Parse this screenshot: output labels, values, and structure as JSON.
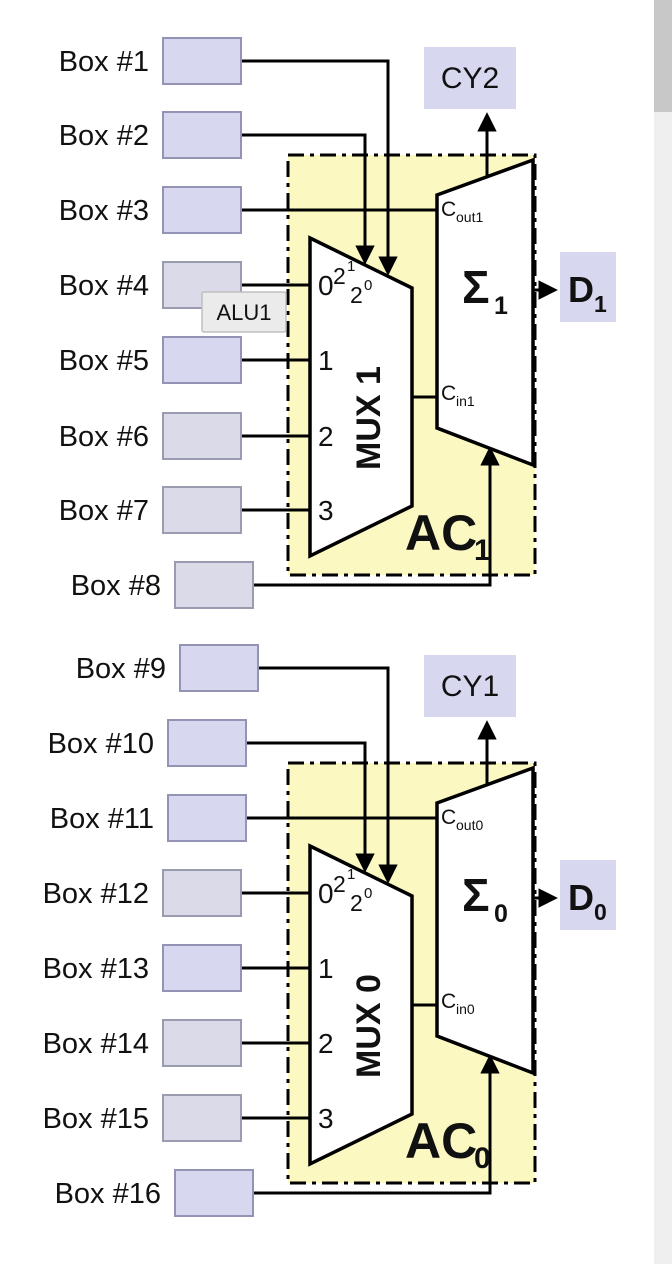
{
  "colors": {
    "box_fill_blue": "#d7d7f0",
    "box_fill_gray": "#dadae8",
    "box_border": "#9393b5",
    "region_fill": "#fbf8c2",
    "tooltip_fill": "#ebebeb",
    "wire": "#000000"
  },
  "boxes": [
    "Box #1",
    "Box #2",
    "Box #3",
    "Box #4",
    "Box #5",
    "Box #6",
    "Box #7",
    "Box #8",
    "Box #9",
    "Box #10",
    "Box #11",
    "Box #12",
    "Box #13",
    "Box #14",
    "Box #15",
    "Box #16"
  ],
  "tooltip_label": "ALU1",
  "stages": [
    {
      "carry_box": "CY2",
      "mux": {
        "label": "MUX 1",
        "inputs": [
          "0",
          "1",
          "2",
          "3"
        ],
        "sel_hi": {
          "base": "2",
          "exp": "1"
        },
        "sel_lo": {
          "base": "2",
          "exp": "0"
        }
      },
      "adder": {
        "sym": "Σ",
        "sym_sub": "1",
        "cout_base": "C",
        "cout_sub": "out1",
        "cin_base": "C",
        "cin_sub": "in1"
      },
      "out": {
        "base": "D",
        "sub": "1"
      },
      "block": {
        "base": "AC",
        "sub": "1"
      }
    },
    {
      "carry_box": "CY1",
      "mux": {
        "label": "MUX 0",
        "inputs": [
          "0",
          "1",
          "2",
          "3"
        ],
        "sel_hi": {
          "base": "2",
          "exp": "1"
        },
        "sel_lo": {
          "base": "2",
          "exp": "0"
        }
      },
      "adder": {
        "sym": "Σ",
        "sym_sub": "0",
        "cout_base": "C",
        "cout_sub": "out0",
        "cin_base": "C",
        "cin_sub": "in0"
      },
      "out": {
        "base": "D",
        "sub": "0"
      },
      "block": {
        "base": "AC",
        "sub": "0"
      }
    }
  ]
}
